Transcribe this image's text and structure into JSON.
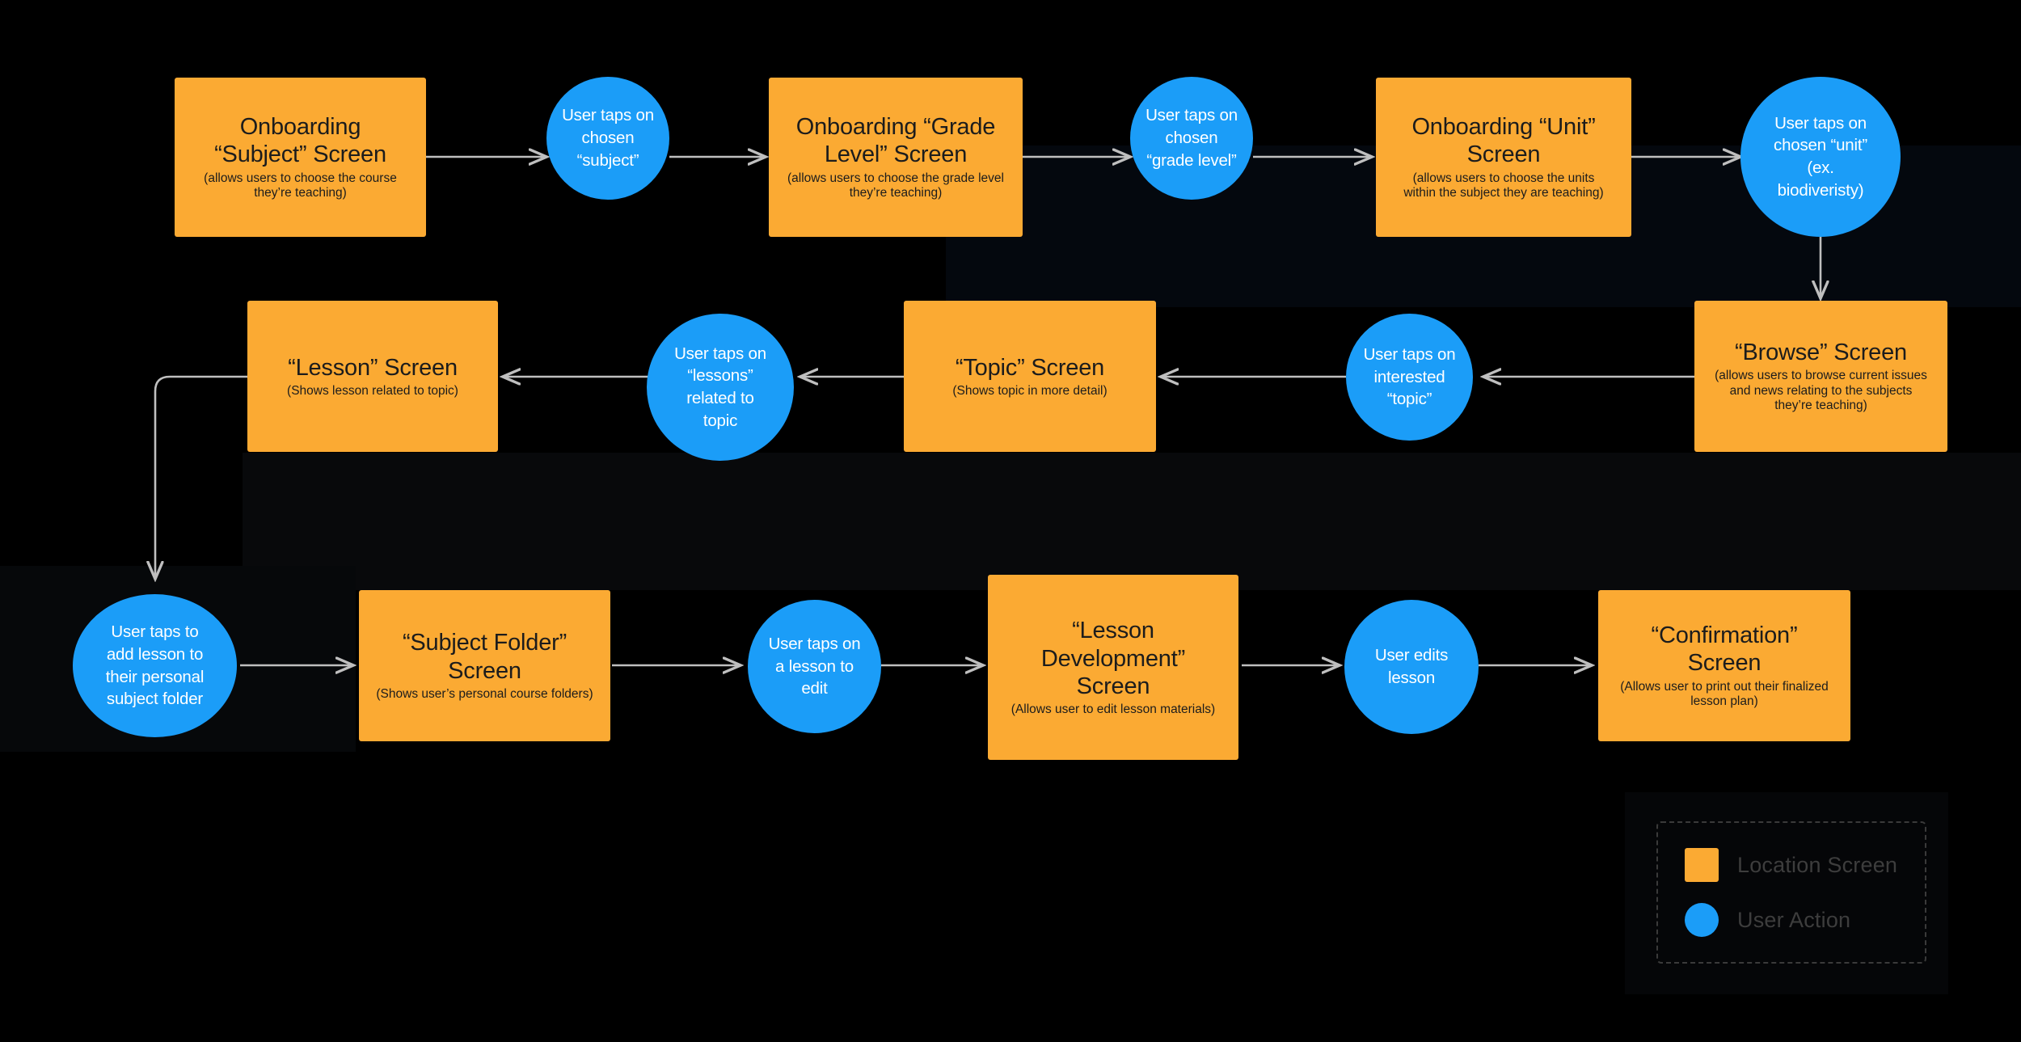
{
  "theme": {
    "background": "#000000",
    "screen_color": "#FBAA33",
    "action_color": "#1B9DF8",
    "connector_color": "#BFBFBF",
    "legend_border_color": "#3A3A3A",
    "legend_text_color": "#3D3D3D"
  },
  "nodes": {
    "onboarding_subject": {
      "kind": "screen",
      "title": "Onboarding\n“Subject” Screen",
      "sub": "(allows users to choose the course\nthey’re teaching)"
    },
    "tap_subject": {
      "kind": "action",
      "title": "User taps on\nchosen\n“subject”"
    },
    "onboarding_grade": {
      "kind": "screen",
      "title": "Onboarding “Grade\nLevel” Screen",
      "sub": "(allows users to choose the grade level\nthey’re teaching)"
    },
    "tap_grade": {
      "kind": "action",
      "title": "User taps on\nchosen\n“grade level”"
    },
    "onboarding_unit": {
      "kind": "screen",
      "title": "Onboarding “Unit”\nScreen",
      "sub": "(allows users to choose the units\nwithin the subject they are teaching)"
    },
    "tap_unit": {
      "kind": "action",
      "title": "User taps on\nchosen “unit”\n(ex.\nbiodiveristy)"
    },
    "browse": {
      "kind": "screen",
      "title": "“Browse” Screen",
      "sub": "(allows users to browse current issues\nand news relating to the subjects\nthey’re teaching)"
    },
    "tap_topic": {
      "kind": "action",
      "title": "User taps on\ninterested\n“topic”"
    },
    "topic": {
      "kind": "screen",
      "title": "“Topic” Screen",
      "sub": "(Shows topic in more detail)"
    },
    "tap_lessons": {
      "kind": "action",
      "title": "User taps on\n“lessons”\nrelated to\ntopic"
    },
    "lesson": {
      "kind": "screen",
      "title": "“Lesson” Screen",
      "sub": "(Shows lesson related to topic)"
    },
    "add_to_folder": {
      "kind": "action",
      "title": "User taps to\nadd lesson to\ntheir personal\nsubject folder"
    },
    "subject_folder": {
      "kind": "screen",
      "title": "“Subject Folder”\nScreen",
      "sub": "(Shows user’s personal course folders)"
    },
    "tap_lesson_edit": {
      "kind": "action",
      "title": "User taps on\na lesson to\nedit"
    },
    "lesson_development": {
      "kind": "screen",
      "title": "“Lesson\nDevelopment”\nScreen",
      "sub": "(Allows user to edit lesson materials)"
    },
    "edits_lesson": {
      "kind": "action",
      "title": "User edits\nlesson"
    },
    "confirmation": {
      "kind": "screen",
      "title": "“Confirmation”\nScreen",
      "sub": "(Allows user to print out their finalized\nlesson plan)"
    }
  },
  "legend": {
    "items": [
      {
        "swatch": "square",
        "label": "Location Screen"
      },
      {
        "swatch": "circle",
        "label": "User Action"
      }
    ]
  }
}
